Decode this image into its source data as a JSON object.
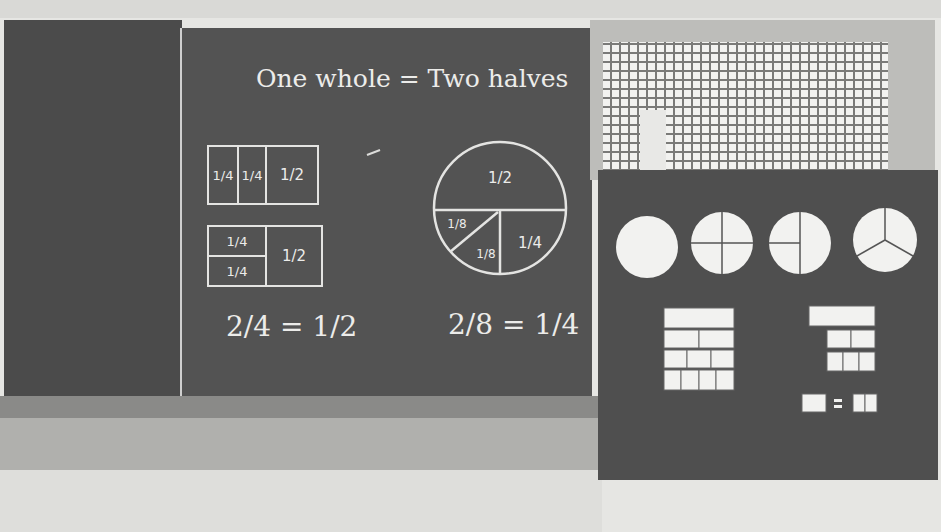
{
  "diagram": {
    "title": "One whole = Two halves",
    "nodes": [
      {
        "text": [
          "1/4"
        ]
      },
      {
        "text": [
          "1/4"
        ]
      },
      {
        "text": [
          "1/2"
        ]
      },
      {
        "text": [
          "1/4"
        ]
      },
      {
        "text": [
          "1/4"
        ]
      },
      {
        "text": [
          "1/2"
        ]
      },
      {
        "text": [
          "1/2"
        ]
      },
      {
        "text": [
          "1/8"
        ]
      },
      {
        "text": [
          "1/8"
        ]
      },
      {
        "text": [
          "1/4"
        ]
      }
    ],
    "labels": [
      "2/4 = 1/2",
      "2/8 = 1/4"
    ]
  }
}
